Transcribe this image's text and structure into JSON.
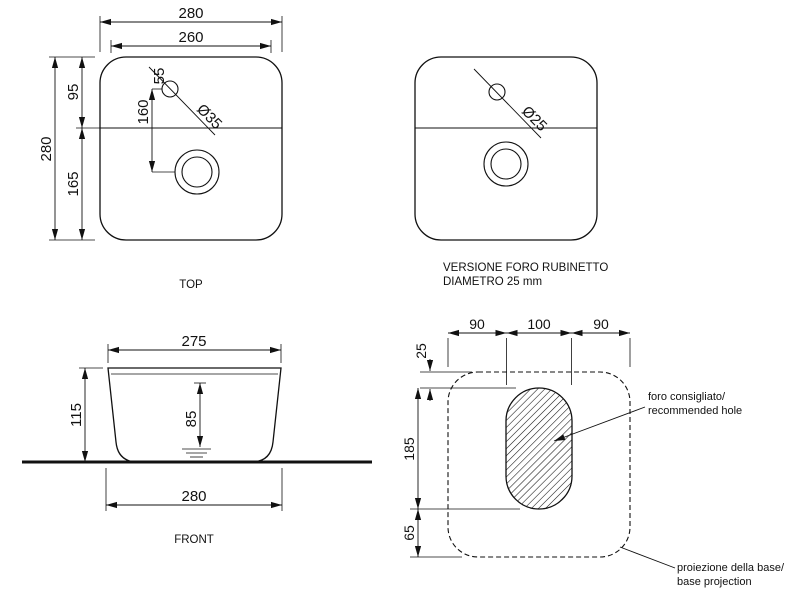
{
  "colors": {
    "ink": "#111111",
    "background": "#ffffff"
  },
  "top_view": {
    "label": "TOP",
    "dim_overall_width": "280",
    "dim_inner_width": "260",
    "dim_overall_depth": "280",
    "dim_top_to_rim": "95",
    "dim_rim_to_bottom": "165",
    "dim_tap_to_drain": "160",
    "dim_tap_offset": "55",
    "tap_hole_diameter": "Ø35"
  },
  "tap_version_view": {
    "caption_line1": "VERSIONE FORO RUBINETTO",
    "caption_line2": "DIAMETRO 25 mm",
    "tap_hole_diameter": "Ø25"
  },
  "front_view": {
    "label": "FRONT",
    "dim_top_width": "275",
    "dim_bottom_width": "280",
    "dim_height": "115",
    "dim_inner_height": "85"
  },
  "base_view": {
    "dim_edge_to_hole": "25",
    "dim_span_left": "90",
    "dim_span_center": "100",
    "dim_span_right": "90",
    "dim_hole_length": "185",
    "dim_hole_to_front": "65",
    "hole_note_line1": "foro consigliato/",
    "hole_note_line2": "recommended hole",
    "projection_note_line1": "proiezione della base/",
    "projection_note_line2": "base projection"
  }
}
